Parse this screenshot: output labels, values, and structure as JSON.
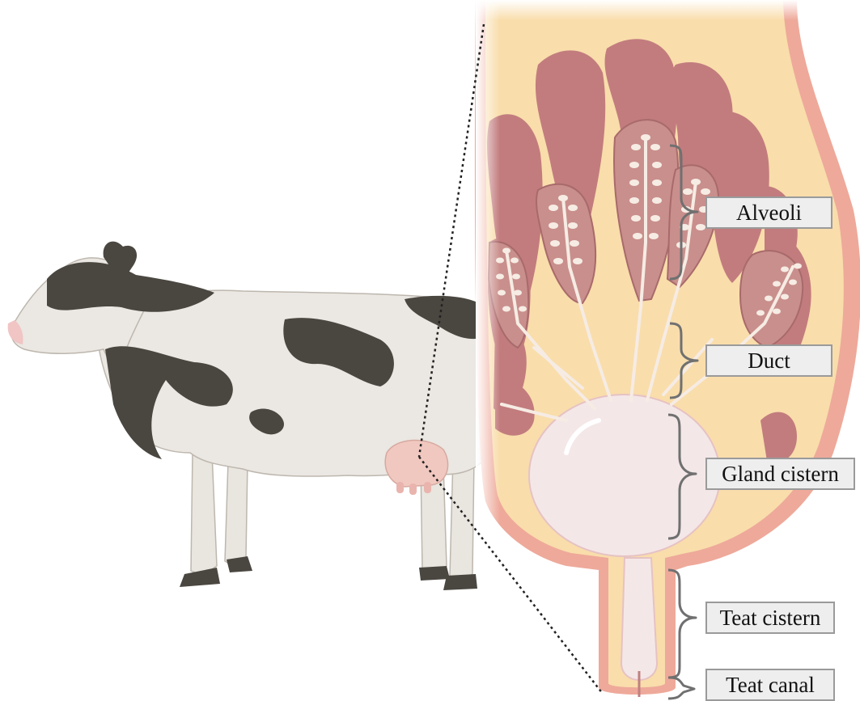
{
  "diagram": {
    "labels": {
      "alveoli": "Alveoli",
      "duct": "Duct",
      "gland_cistern": "Gland cistern",
      "teat_cistern": "Teat cistern",
      "teat_canal": "Teat canal"
    },
    "colors": {
      "udder_fat": "#f9ddab",
      "udder_skin": "#eea99a",
      "lobe_dark": "#c27c7e",
      "lobe_light": "#c98f8c",
      "alveolus": "#f6ece4",
      "cistern": "#f4e7e8",
      "cow_body": "#ebe7e2",
      "cow_spots": "#4a4640",
      "brace": "#707070",
      "label_fill": "#eeeeee",
      "label_border": "#9a9a9a"
    }
  }
}
